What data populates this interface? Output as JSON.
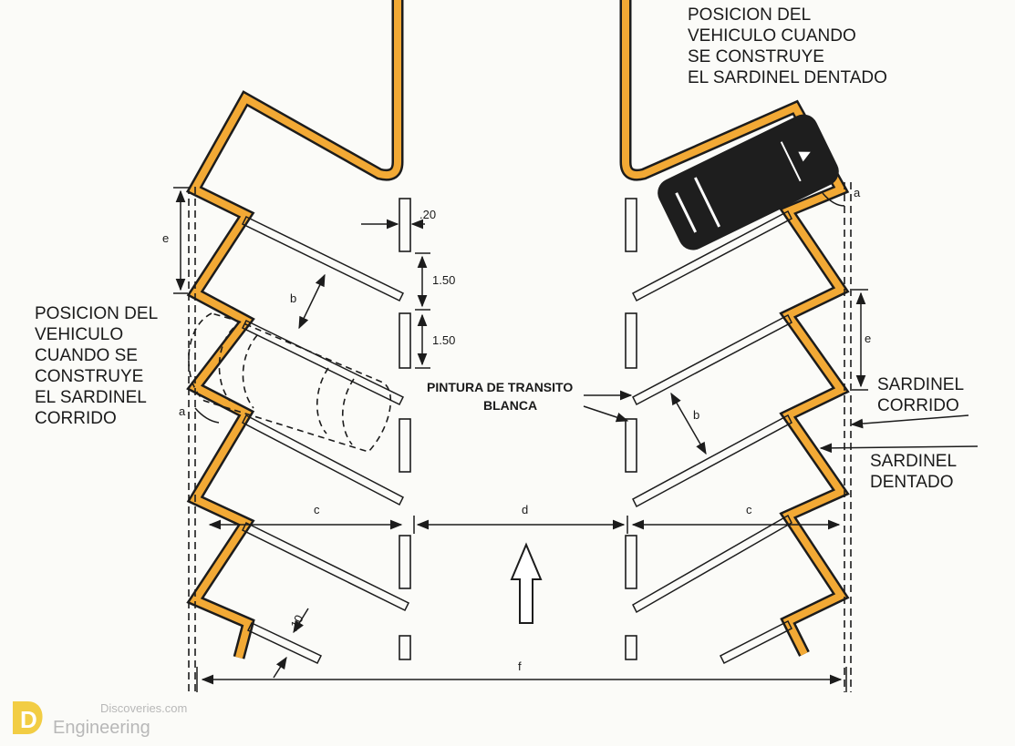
{
  "labels": {
    "vehicle_toothed": [
      "POSICION DEL",
      "VEHICULO CUANDO",
      "SE CONSTRUYE",
      "EL SARDINEL DENTADO"
    ],
    "vehicle_continuous": [
      "POSICION DEL",
      "VEHICULO",
      "CUANDO SE",
      "CONSTRUYE",
      "EL SARDINEL",
      "CORRIDO"
    ],
    "paint": [
      "PINTURA DE TRANSITO",
      "BLANCA"
    ],
    "curb_continuous": [
      "SARDINEL",
      "CORRIDO"
    ],
    "curb_toothed": [
      "SARDINEL",
      "DENTADO"
    ]
  },
  "dims": {
    "a": "a",
    "b": "b",
    "c": "c",
    "d": "d",
    "e": "e",
    "f": "f",
    "w20": ".20",
    "w10": ".10",
    "s150": "1.50"
  },
  "watermark": {
    "top": "Discoveries.com",
    "bottom": "Engineering",
    "logo": "D"
  },
  "colors": {
    "curb": "#f2a935",
    "line": "#1c1c1c",
    "car": "#1e1e1e"
  }
}
